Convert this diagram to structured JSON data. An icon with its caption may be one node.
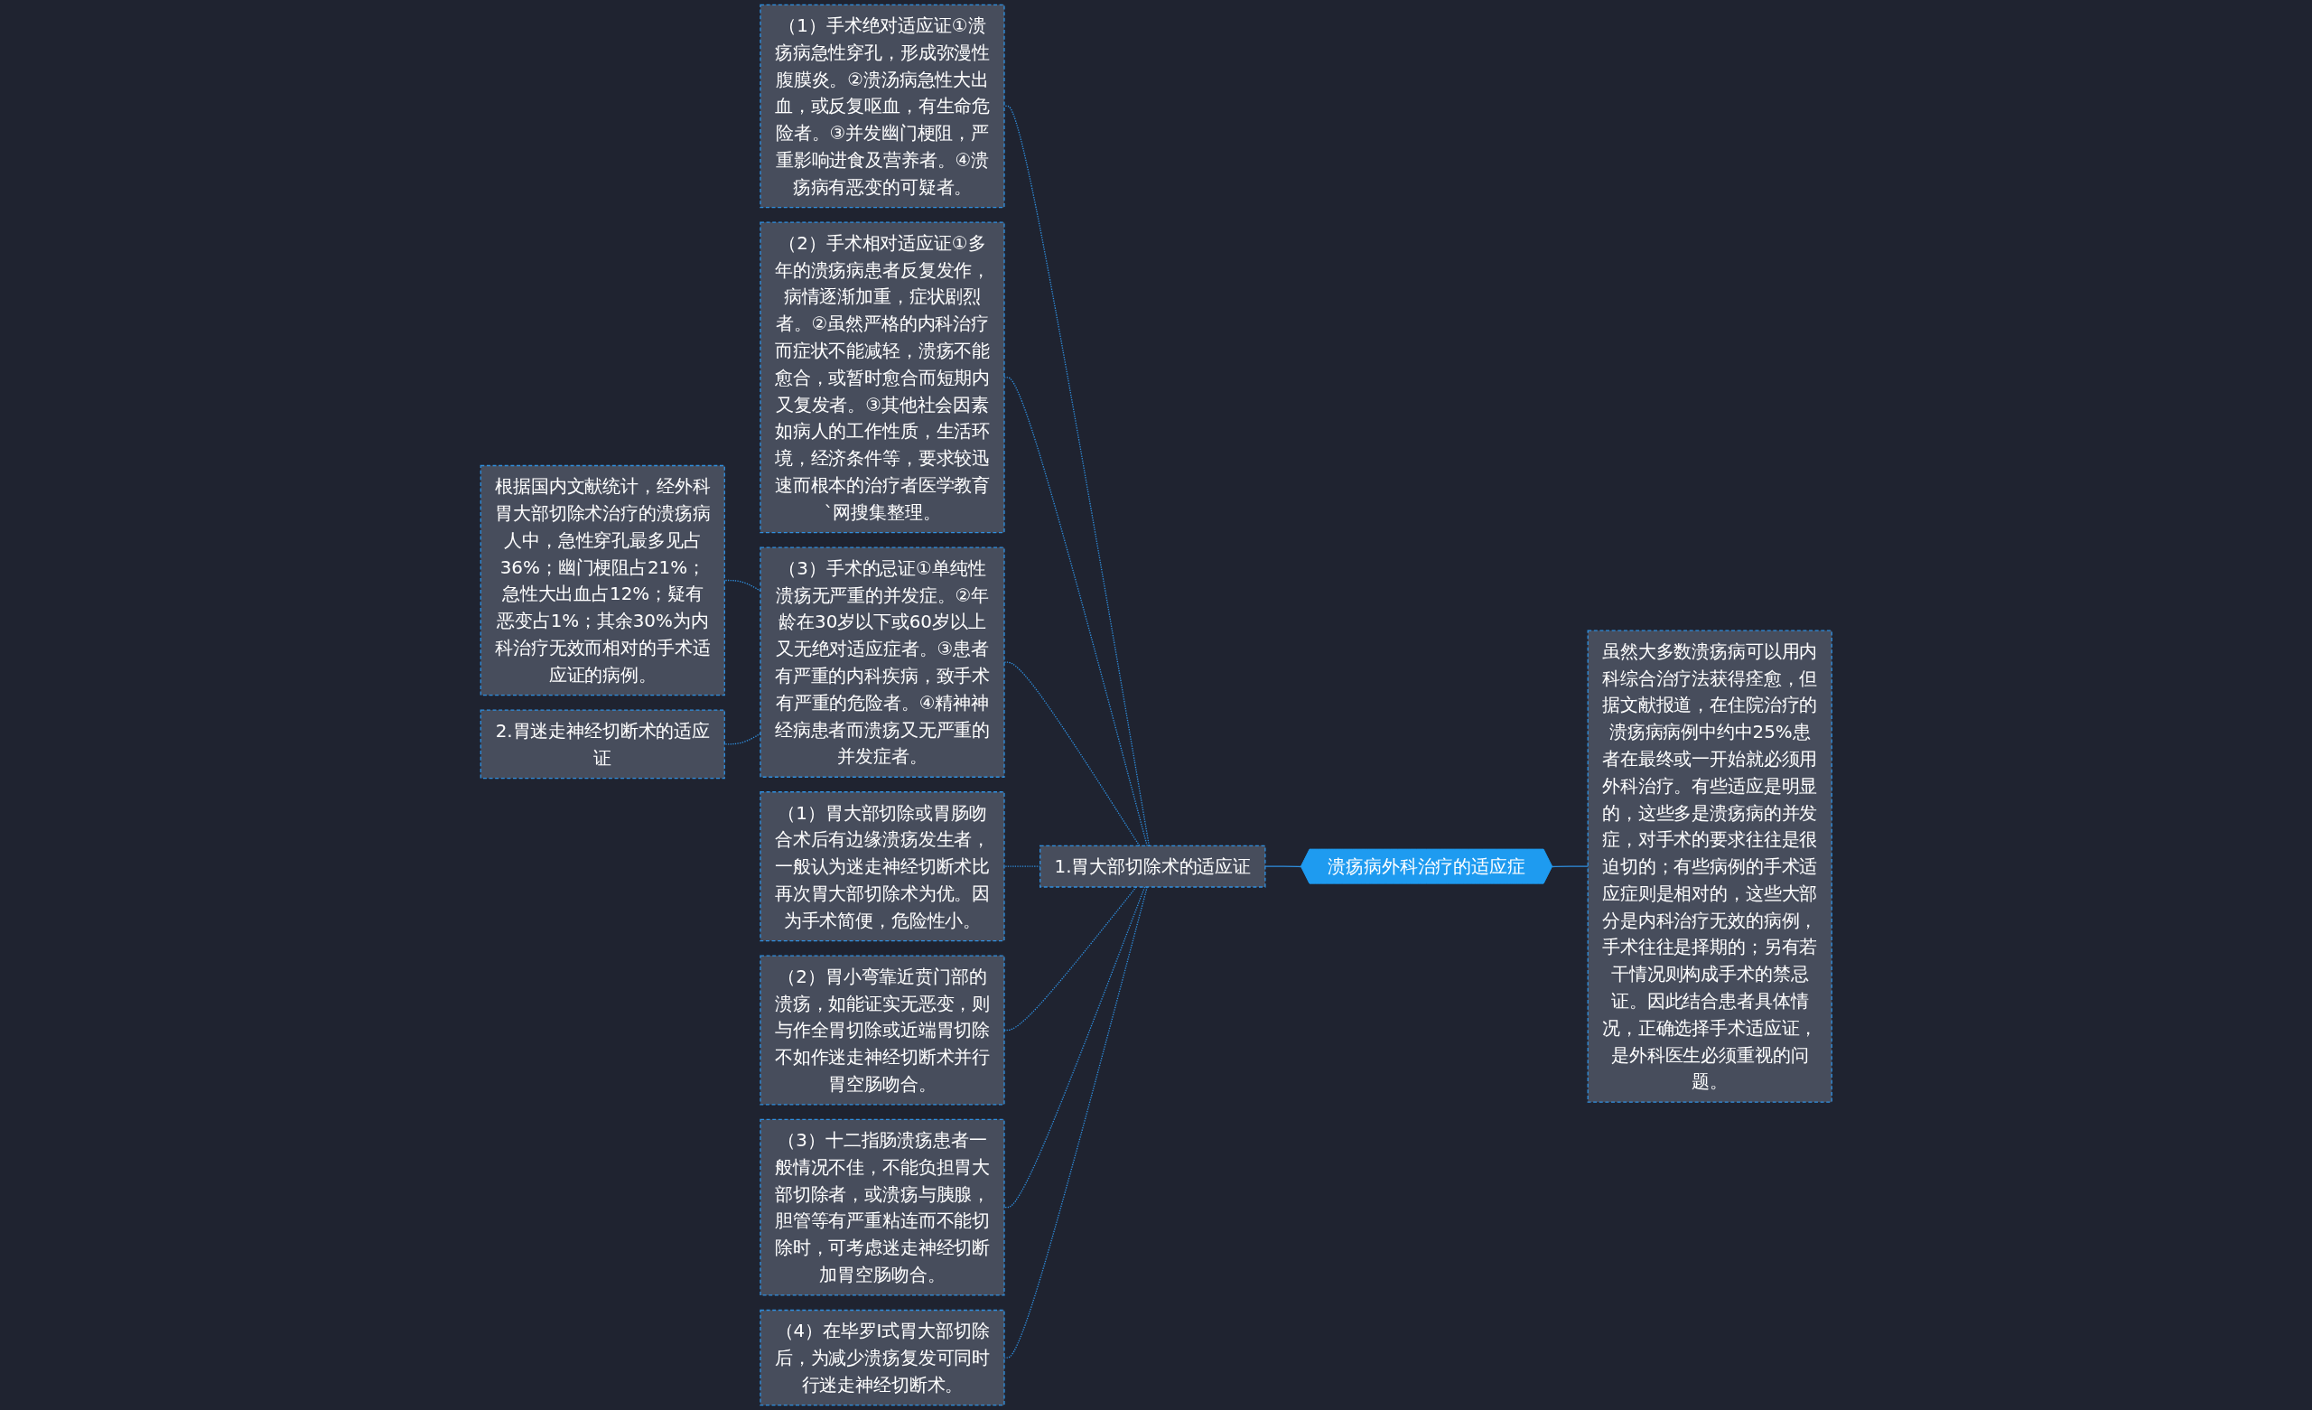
{
  "diagram": {
    "nodes": [
      {
        "text": [
          "溃疡病外科治疗的适应症"
        ]
      },
      {
        "text": [
          "虽然大多数溃疡病可以用内科综合治疗法获得痊愈，但据文献报道，在住院治疗的溃疡病病例中约中25%患者在最终或一开始就必须用外科治疗。有些适应是明显的，这些多是溃疡病的并发症，对手术的要求往往是很迫切的；有些病例的手术适应症则是相对的，这些大部分是内科治疗无效的病例，手术往往是择期的；另有若干情况则构成手术的禁忌证。因此结合患者具体情况，正确选择手术适应证，是外科医生必须重视的问题。"
        ]
      },
      {
        "text": [
          "1.胃大部切除术的适应证"
        ]
      },
      {
        "text": [
          "（1）手术绝对适应证①溃疡病急性穿孔，形成弥漫性腹膜炎。②溃汤病急性大出血，或反复呕血，有生命危险者。③并发幽门梗阻，严重影响进食及营养者。④溃疡病有恶变的可疑者。"
        ]
      },
      {
        "text": [
          "（2）手术相对适应证①多年的溃疡病患者反复发作，病情逐渐加重，症状剧烈者。②虽然严格的内科治疗而症状不能减轻，溃疡不能愈合，或暂时愈合而短期内又复发者。③其他社会因素如病人的工作性质，生活环境，经济条件等，要求较迅速而根本的治疗者医学教育`网搜集整理。"
        ]
      },
      {
        "text": [
          "（3）手术的忌证①单纯性溃疡无严重的并发症。②年龄在30岁以下或60岁以上又无绝对适应症者。③患者有严重的内科疾病，致手术有严重的危险者。④精神神经病患者而溃疡又无严重的并发症者。"
        ]
      },
      {
        "text": [
          "根据国内文献统计，经外科胃大部切除术治疗的溃疡病人中，急性穿孔最多见占36%；幽门梗阻占21%；急性大出血占12%；疑有恶变占1%；其余30%为内科治疗无效而相对的手术适应证的病例。"
        ]
      },
      {
        "text": [
          "2.胃迷走神经切断术的适应证"
        ]
      },
      {
        "text": [
          "（1）胃大部切除或胃肠吻合术后有边缘溃疡发生者，一般认为迷走神经切断术比再次胃大部切除术为优。因为手术简便，危险性小。"
        ]
      },
      {
        "text": [
          "（2）胃小弯靠近贲门部的溃疡，如能证实无恶变，则与作全胃切除或近端胃切除不如作迷走神经切断术并行胃空肠吻合。"
        ]
      },
      {
        "text": [
          "（3）十二指肠溃疡患者一般情况不佳，不能负担胃大部切除者，或溃疡与胰腺，胆管等有严重粘连而不能切除时，可考虑迷走神经切断加胃空肠吻合。"
        ]
      },
      {
        "text": [
          "（4）在毕罗Ⅰ式胃大部切除后，为减少溃疡复发可同时行迷走神经切断术。"
        ]
      }
    ],
    "edges": [
      {
        "from": 0,
        "to": 1,
        "arrow": "none"
      },
      {
        "from": 0,
        "to": 2,
        "arrow": "none"
      },
      {
        "from": 2,
        "to": 3,
        "arrow": "none",
        "style": "dashed"
      },
      {
        "from": 2,
        "to": 4,
        "arrow": "none",
        "style": "dashed"
      },
      {
        "from": 2,
        "to": 5,
        "arrow": "none",
        "style": "dashed"
      },
      {
        "from": 5,
        "to": 6,
        "arrow": "none",
        "style": "dashed"
      },
      {
        "from": 5,
        "to": 7,
        "arrow": "none",
        "style": "dashed"
      },
      {
        "from": 2,
        "to": 8,
        "arrow": "none",
        "style": "dashed"
      },
      {
        "from": 2,
        "to": 9,
        "arrow": "none",
        "style": "dashed"
      },
      {
        "from": 2,
        "to": 10,
        "arrow": "none",
        "style": "dashed"
      },
      {
        "from": 2,
        "to": 11,
        "arrow": "none",
        "style": "dashed"
      }
    ]
  }
}
